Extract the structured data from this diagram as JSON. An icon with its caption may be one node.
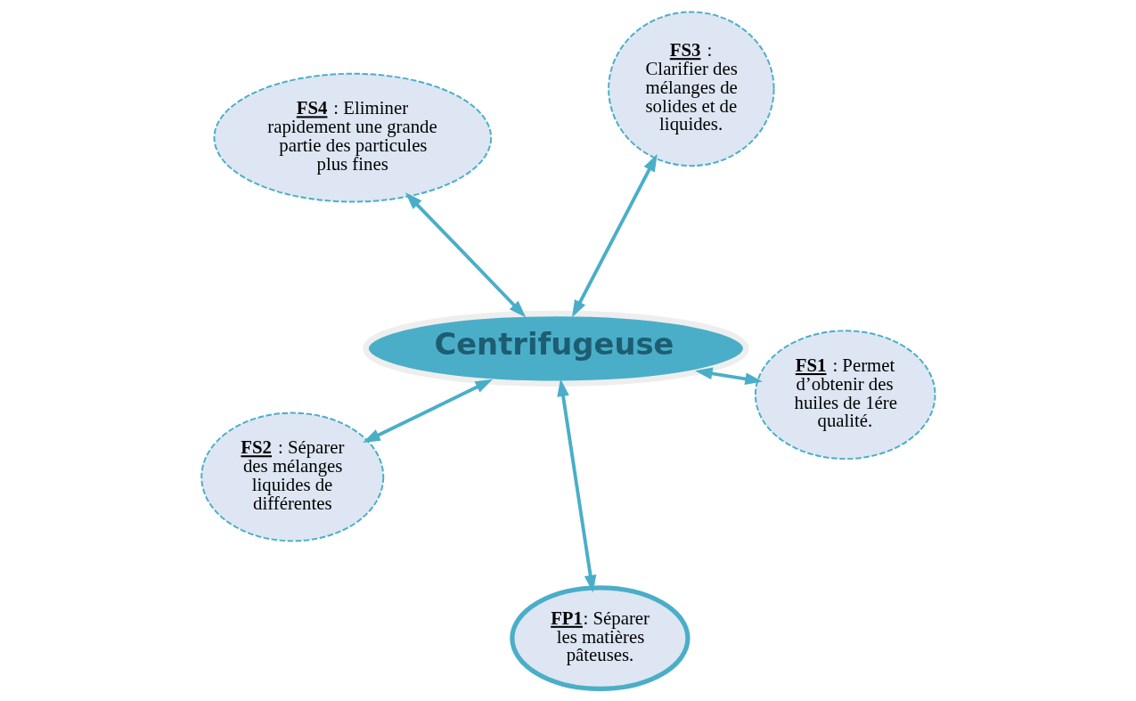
{
  "diagram": {
    "nodes": [
      {
        "text": [
          "**FP1**: Séparer les matières pâteuses."
        ]
      },
      {
        "text": [
          "**FS4** : Eliminer rapidement une grande partie des particules plus fines"
        ]
      },
      {
        "text": [
          "Centrifugeuse"
        ]
      },
      {
        "text": [
          "**FS1** : Permet d’obtenir des huiles de 1ére qualité."
        ]
      },
      {
        "text": [
          "**FS3** : Clarifier des mélanges de solides et de liquides."
        ]
      },
      {
        "text": [
          "**FS2** : Séparer des mélanges liquides de différentes"
        ]
      }
    ],
    "edges": [
      {
        "from": 2,
        "to": 0,
        "arrow": "both"
      },
      {
        "from": 2,
        "to": 1,
        "arrow": "both"
      },
      {
        "from": 2,
        "to": 3,
        "arrow": "both"
      },
      {
        "from": 2,
        "to": 4,
        "arrow": "both"
      },
      {
        "from": 2,
        "to": 5,
        "arrow": "both"
      }
    ]
  }
}
